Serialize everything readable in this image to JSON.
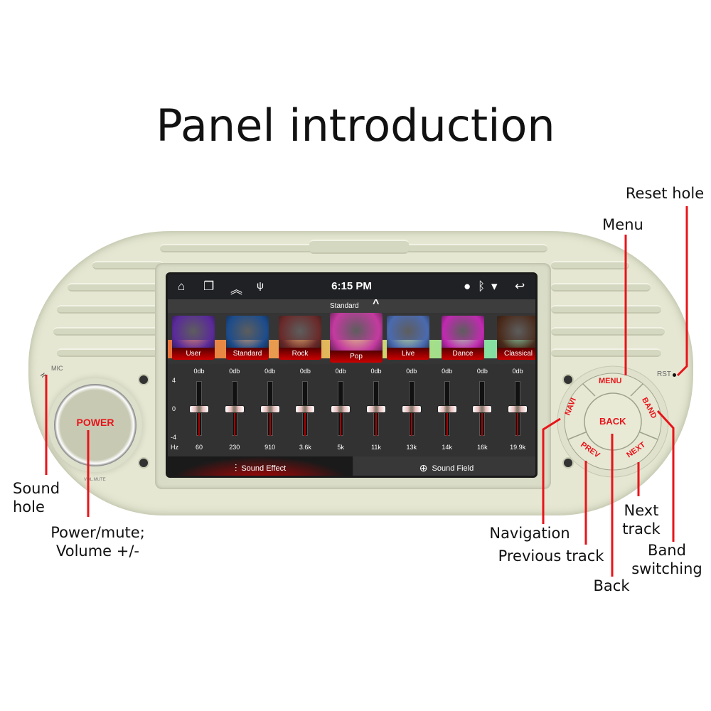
{
  "title": "Panel introduction",
  "annotations": {
    "reset": "Reset hole",
    "menu": "Menu",
    "sound_hole": [
      "Sound",
      "hole"
    ],
    "power": [
      "Power/mute;",
      "Volume +/-"
    ],
    "navigation": "Navigation",
    "previous": "Previous track",
    "back": "Back",
    "next": [
      "Next",
      "track"
    ],
    "band": [
      "Band",
      "switching"
    ]
  },
  "panel": {
    "mic": "MIC",
    "rst": "RST",
    "vol_mute": "VOL.MUTE",
    "power": "POWER",
    "buttons": {
      "menu": "MENU",
      "band": "BAND",
      "next": "NEXT",
      "prev": "PREV",
      "navi": "NAVI",
      "back": "BACK"
    }
  },
  "screen": {
    "status": {
      "time": "6:15 PM",
      "icons": [
        "home-icon",
        "recent-apps-icon",
        "chevron-up-double-icon",
        "usb-icon",
        "location-icon",
        "bluetooth-icon",
        "wifi-icon",
        "back-icon"
      ]
    },
    "current_preset": "Standard",
    "presets": [
      {
        "label": "User",
        "color": "#5a2a9a"
      },
      {
        "label": "Standard",
        "color": "#1c4c8c"
      },
      {
        "label": "Rock",
        "color": "#6a2a2a"
      },
      {
        "label": "Pop",
        "color": "#c43aa0"
      },
      {
        "label": "Live",
        "color": "#4a6ab0"
      },
      {
        "label": "Dance",
        "color": "#c02ab0"
      },
      {
        "label": "Classical",
        "color": "#4a2a1a"
      }
    ],
    "eq": {
      "axis": {
        "top": "4",
        "mid": "0",
        "bottom": "-4",
        "unit": "Hz"
      },
      "bands": [
        {
          "freq": "60",
          "db": "0db",
          "value": 0
        },
        {
          "freq": "230",
          "db": "0db",
          "value": 0
        },
        {
          "freq": "910",
          "db": "0db",
          "value": 0
        },
        {
          "freq": "3.6k",
          "db": "0db",
          "value": 0
        },
        {
          "freq": "5k",
          "db": "0db",
          "value": 0
        },
        {
          "freq": "11k",
          "db": "0db",
          "value": 0
        },
        {
          "freq": "13k",
          "db": "0db",
          "value": 0
        },
        {
          "freq": "14k",
          "db": "0db",
          "value": 0
        },
        {
          "freq": "16k",
          "db": "0db",
          "value": 0
        },
        {
          "freq": "19.9k",
          "db": "0db",
          "value": 0
        }
      ]
    },
    "tabs": {
      "sound_effect": "Sound Effect",
      "sound_field": "Sound Field"
    }
  },
  "colors": {
    "annotation": "#e8141a",
    "button_text": "#e8141a",
    "panel": "#e5e7d2"
  }
}
